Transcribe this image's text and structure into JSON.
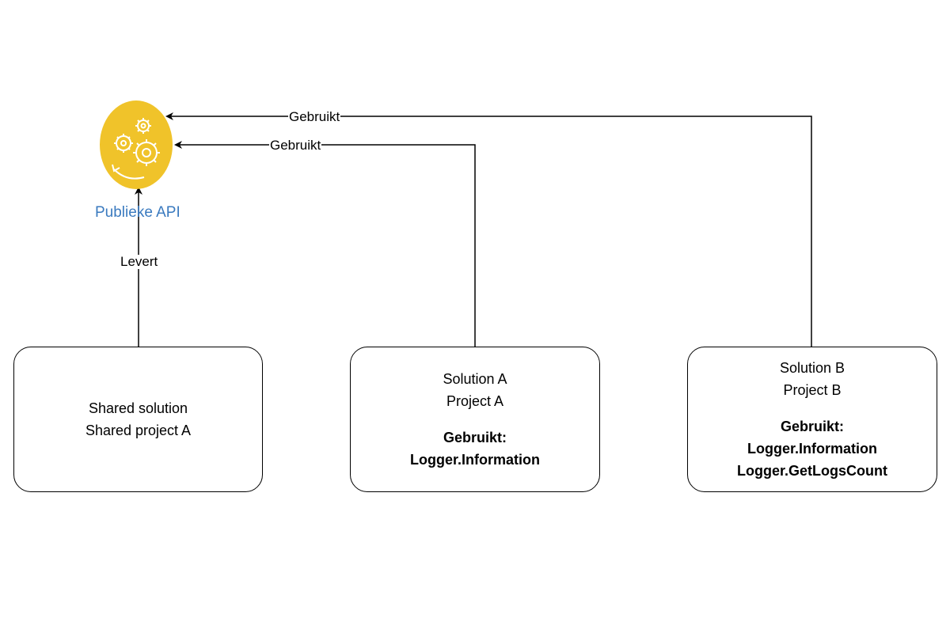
{
  "colors": {
    "api_fill": "#f0c32a",
    "api_label": "#3a7abf",
    "line": "#000000"
  },
  "api_node": {
    "icon": "gears-icon",
    "label": "Publieke API"
  },
  "edges": {
    "shared_to_api": "Levert",
    "solution_a_to_api": "Gebruikt",
    "solution_b_to_api": "Gebruikt"
  },
  "boxes": {
    "shared": {
      "line1": "Shared solution",
      "line2": "Shared project A"
    },
    "solution_a": {
      "line1": "Solution A",
      "line2": "Project A",
      "uses_title": "Gebruikt:",
      "uses_items": [
        "Logger.Information"
      ]
    },
    "solution_b": {
      "line1": "Solution B",
      "line2": "Project B",
      "uses_title": "Gebruikt:",
      "uses_items": [
        "Logger.Information",
        "Logger.GetLogsCount"
      ]
    }
  }
}
